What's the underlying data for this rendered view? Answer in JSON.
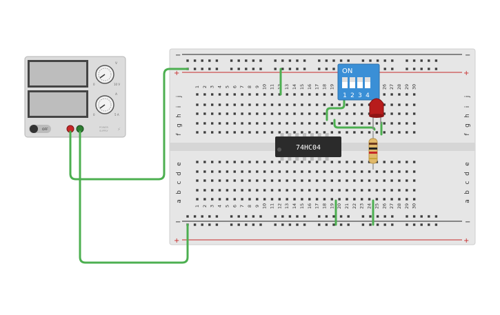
{
  "power_supply": {
    "knob_voltage_label": "V",
    "knob_current_label": "A",
    "knob_voltage_max": "10 V",
    "knob_current_max": "5 A",
    "knob_min": "0",
    "switch_label": "OFF",
    "brand_line1": "POWER",
    "brand_line2": "SUPPLY"
  },
  "breadboard": {
    "rail_minus": "−",
    "rail_plus": "+",
    "row_letters_top": [
      "j",
      "i",
      "h",
      "g",
      "f"
    ],
    "row_letters_bottom": [
      "e",
      "d",
      "c",
      "b",
      "a"
    ],
    "columns": [
      "1",
      "2",
      "3",
      "4",
      "5",
      "6",
      "7",
      "8",
      "9",
      "10",
      "11",
      "12",
      "13",
      "14",
      "15",
      "16",
      "17",
      "18",
      "19",
      "20",
      "21",
      "22",
      "23",
      "24",
      "25",
      "26",
      "27",
      "28",
      "29",
      "30"
    ]
  },
  "chip": {
    "label": "74HC04"
  },
  "dip_switch": {
    "on_label": "ON",
    "numbers": [
      "1",
      "2",
      "3",
      "4"
    ]
  },
  "colors": {
    "wire": "#4caf50",
    "board": "#e6e6e6",
    "rail_red": "#c62828",
    "dip_blue": "#3a8fd6",
    "led_red": "#b71c1c",
    "chip": "#2b2b2b"
  }
}
